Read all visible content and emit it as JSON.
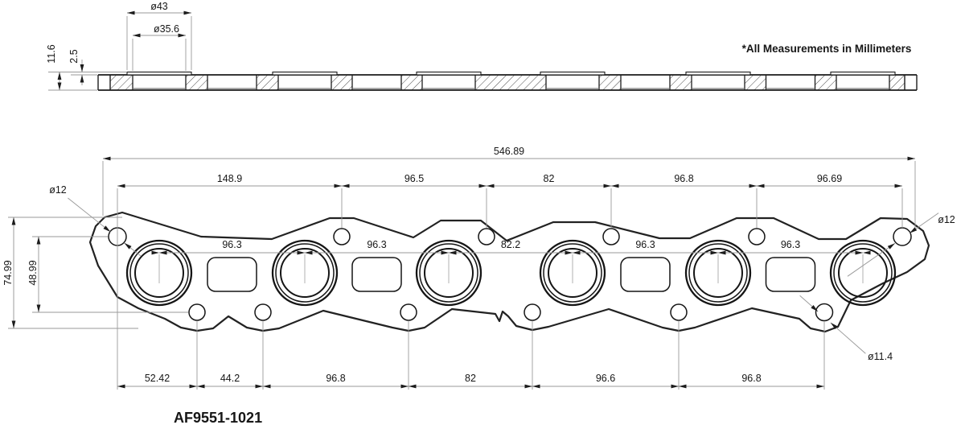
{
  "notes": {
    "units": "*All Measurements in Millimeters"
  },
  "title_block": {
    "part_number": "AF9551-1021"
  },
  "section_view": {
    "ring_outer_dia": "ø43",
    "port_inner_dia": "ø35.6",
    "overall_thickness": "11.6",
    "ring_height": "2.5"
  },
  "plan_view": {
    "overall_length": "546.89",
    "overall_height": "74.99",
    "bolt_row_offset": "48.99",
    "top_left_hole_dia": "ø12",
    "top_right_hole_dia": "ø12",
    "bottom_right_hole_dia": "ø11.4",
    "top_hole_spacing": [
      "148.9",
      "96.5",
      "82",
      "96.8",
      "96.69"
    ],
    "port_center_spacing": [
      "96.3",
      "96.3",
      "82.2",
      "96.3",
      "96.3"
    ],
    "bottom_hole_spacing": [
      "52.42",
      "44.2",
      "96.8",
      "82",
      "96.6",
      "96.8"
    ]
  }
}
